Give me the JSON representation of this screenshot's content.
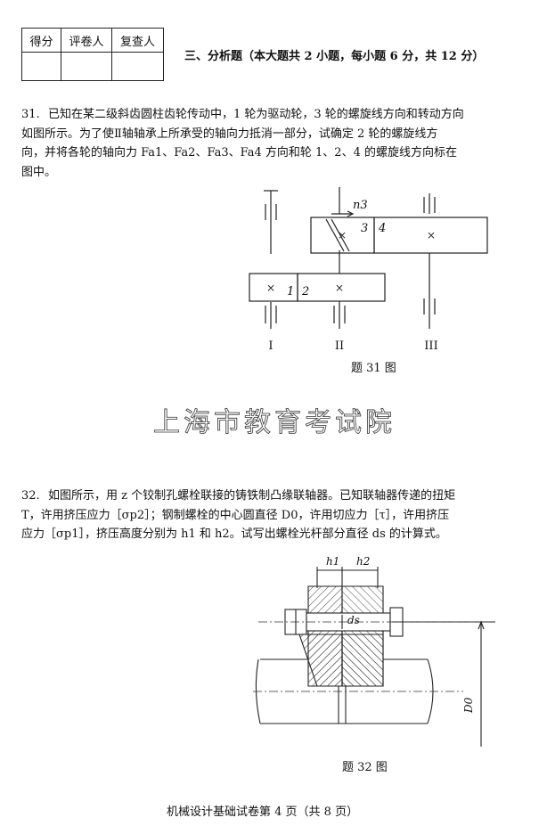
{
  "score_table": {
    "headers": [
      "得分",
      "评卷人",
      "复查人"
    ]
  },
  "section_title": "三、分析题（本大题共 2 小题，每小题 6 分，共 12 分）",
  "q31": {
    "number": "31.",
    "lines": [
      "已知在某二级斜齿圆柱齿轮传动中，1 轮为驱动轮，3 轮的螺旋线方向和转动方向",
      "如图所示。为了使Ⅱ轴轴承上所承受的轴向力抵消一部分，试确定 2 轮的螺旋线方",
      "向，并将各轮的轴向力 Fa1、Fa2、Fa3、Fa4 方向和轮 1、2、4 的螺旋线方向标在",
      "图中。"
    ],
    "figure": {
      "shaft_labels": [
        "I",
        "II",
        "III"
      ],
      "gear_labels": [
        "1",
        "2",
        "3",
        "4"
      ],
      "speed_label": "n3",
      "caption": "题 31 图"
    }
  },
  "watermark": "上海市教育考试院",
  "q32": {
    "number": "32.",
    "lines": [
      "如图所示，用 z 个铰制孔螺栓联接的铸铁制凸缘联轴器。已知联轴器传递的扭矩",
      "T，许用挤压应力［σp2］；钢制螺栓的中心圆直径 D0，许用切应力［τ］，许用挤压",
      "应力［σp1］，挤压高度分别为 h1 和 h2。试写出螺栓光杆部分直径 ds 的计算式。"
    ],
    "figure": {
      "dim_labels": [
        "h1",
        "h2",
        "ds",
        "D0"
      ],
      "caption": "题 32 图"
    }
  },
  "footer": "机械设计基础试卷第 4 页（共 8 页）"
}
